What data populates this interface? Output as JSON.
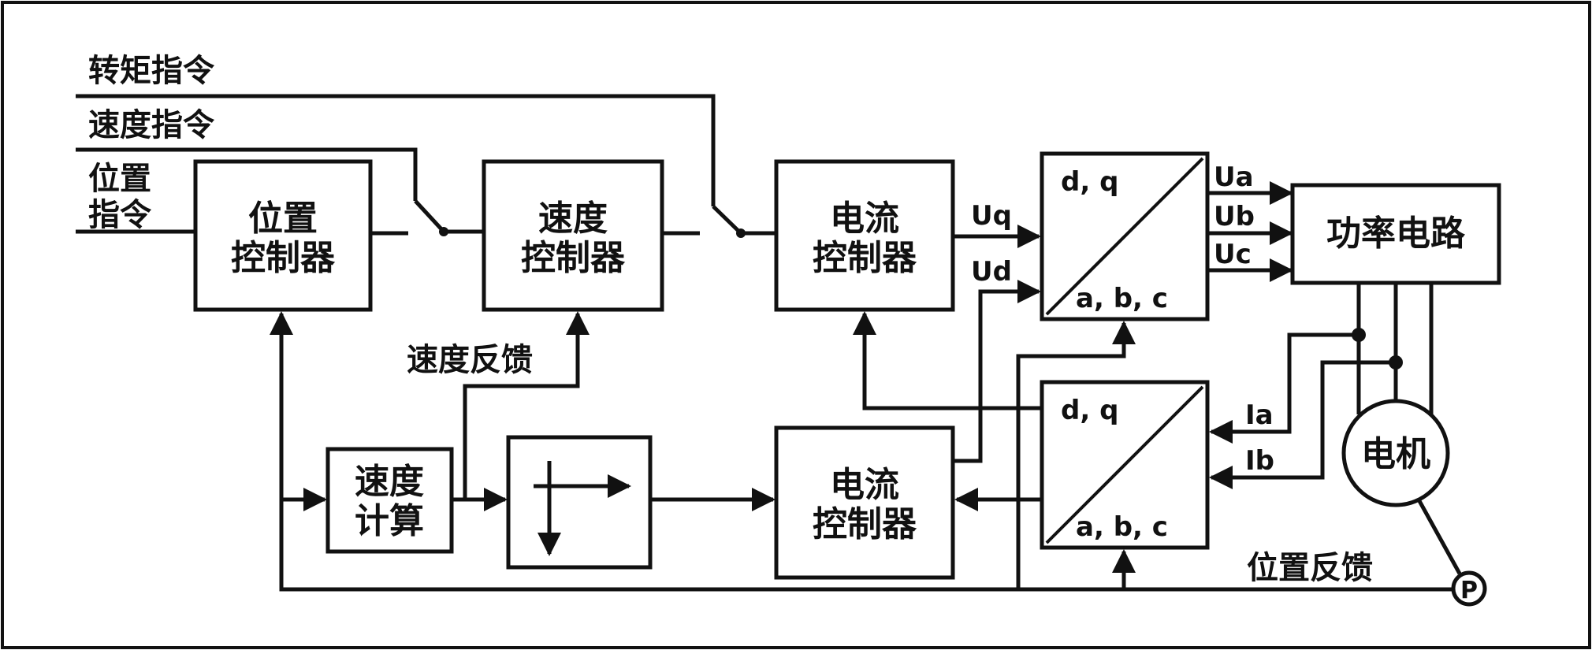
{
  "inputs": {
    "torque_cmd": "转矩指令",
    "speed_cmd": "速度指令",
    "position_cmd_line1": "位置",
    "position_cmd_line2": "指令"
  },
  "blocks": {
    "position_ctrl": [
      "位置",
      "控制器"
    ],
    "speed_ctrl": [
      "速度",
      "控制器"
    ],
    "current_ctrl_top": [
      "电流",
      "控制器"
    ],
    "current_ctrl_bottom": [
      "电流",
      "控制器"
    ],
    "speed_calc": [
      "速度",
      "计算"
    ],
    "power_circuit": "功率电路",
    "motor": "电机",
    "encoder": "P"
  },
  "transforms": {
    "top": {
      "in": "d, q",
      "out": "a, b, c"
    },
    "bottom": {
      "in": "d, q",
      "out": "a, b, c"
    }
  },
  "signals": {
    "uq": "Uq",
    "ud": "Ud",
    "ua": "Ua",
    "ub": "Ub",
    "uc": "Uc",
    "ia": "Ia",
    "ib": "Ib",
    "speed_feedback": "速度反馈",
    "position_feedback": "位置反馈"
  }
}
